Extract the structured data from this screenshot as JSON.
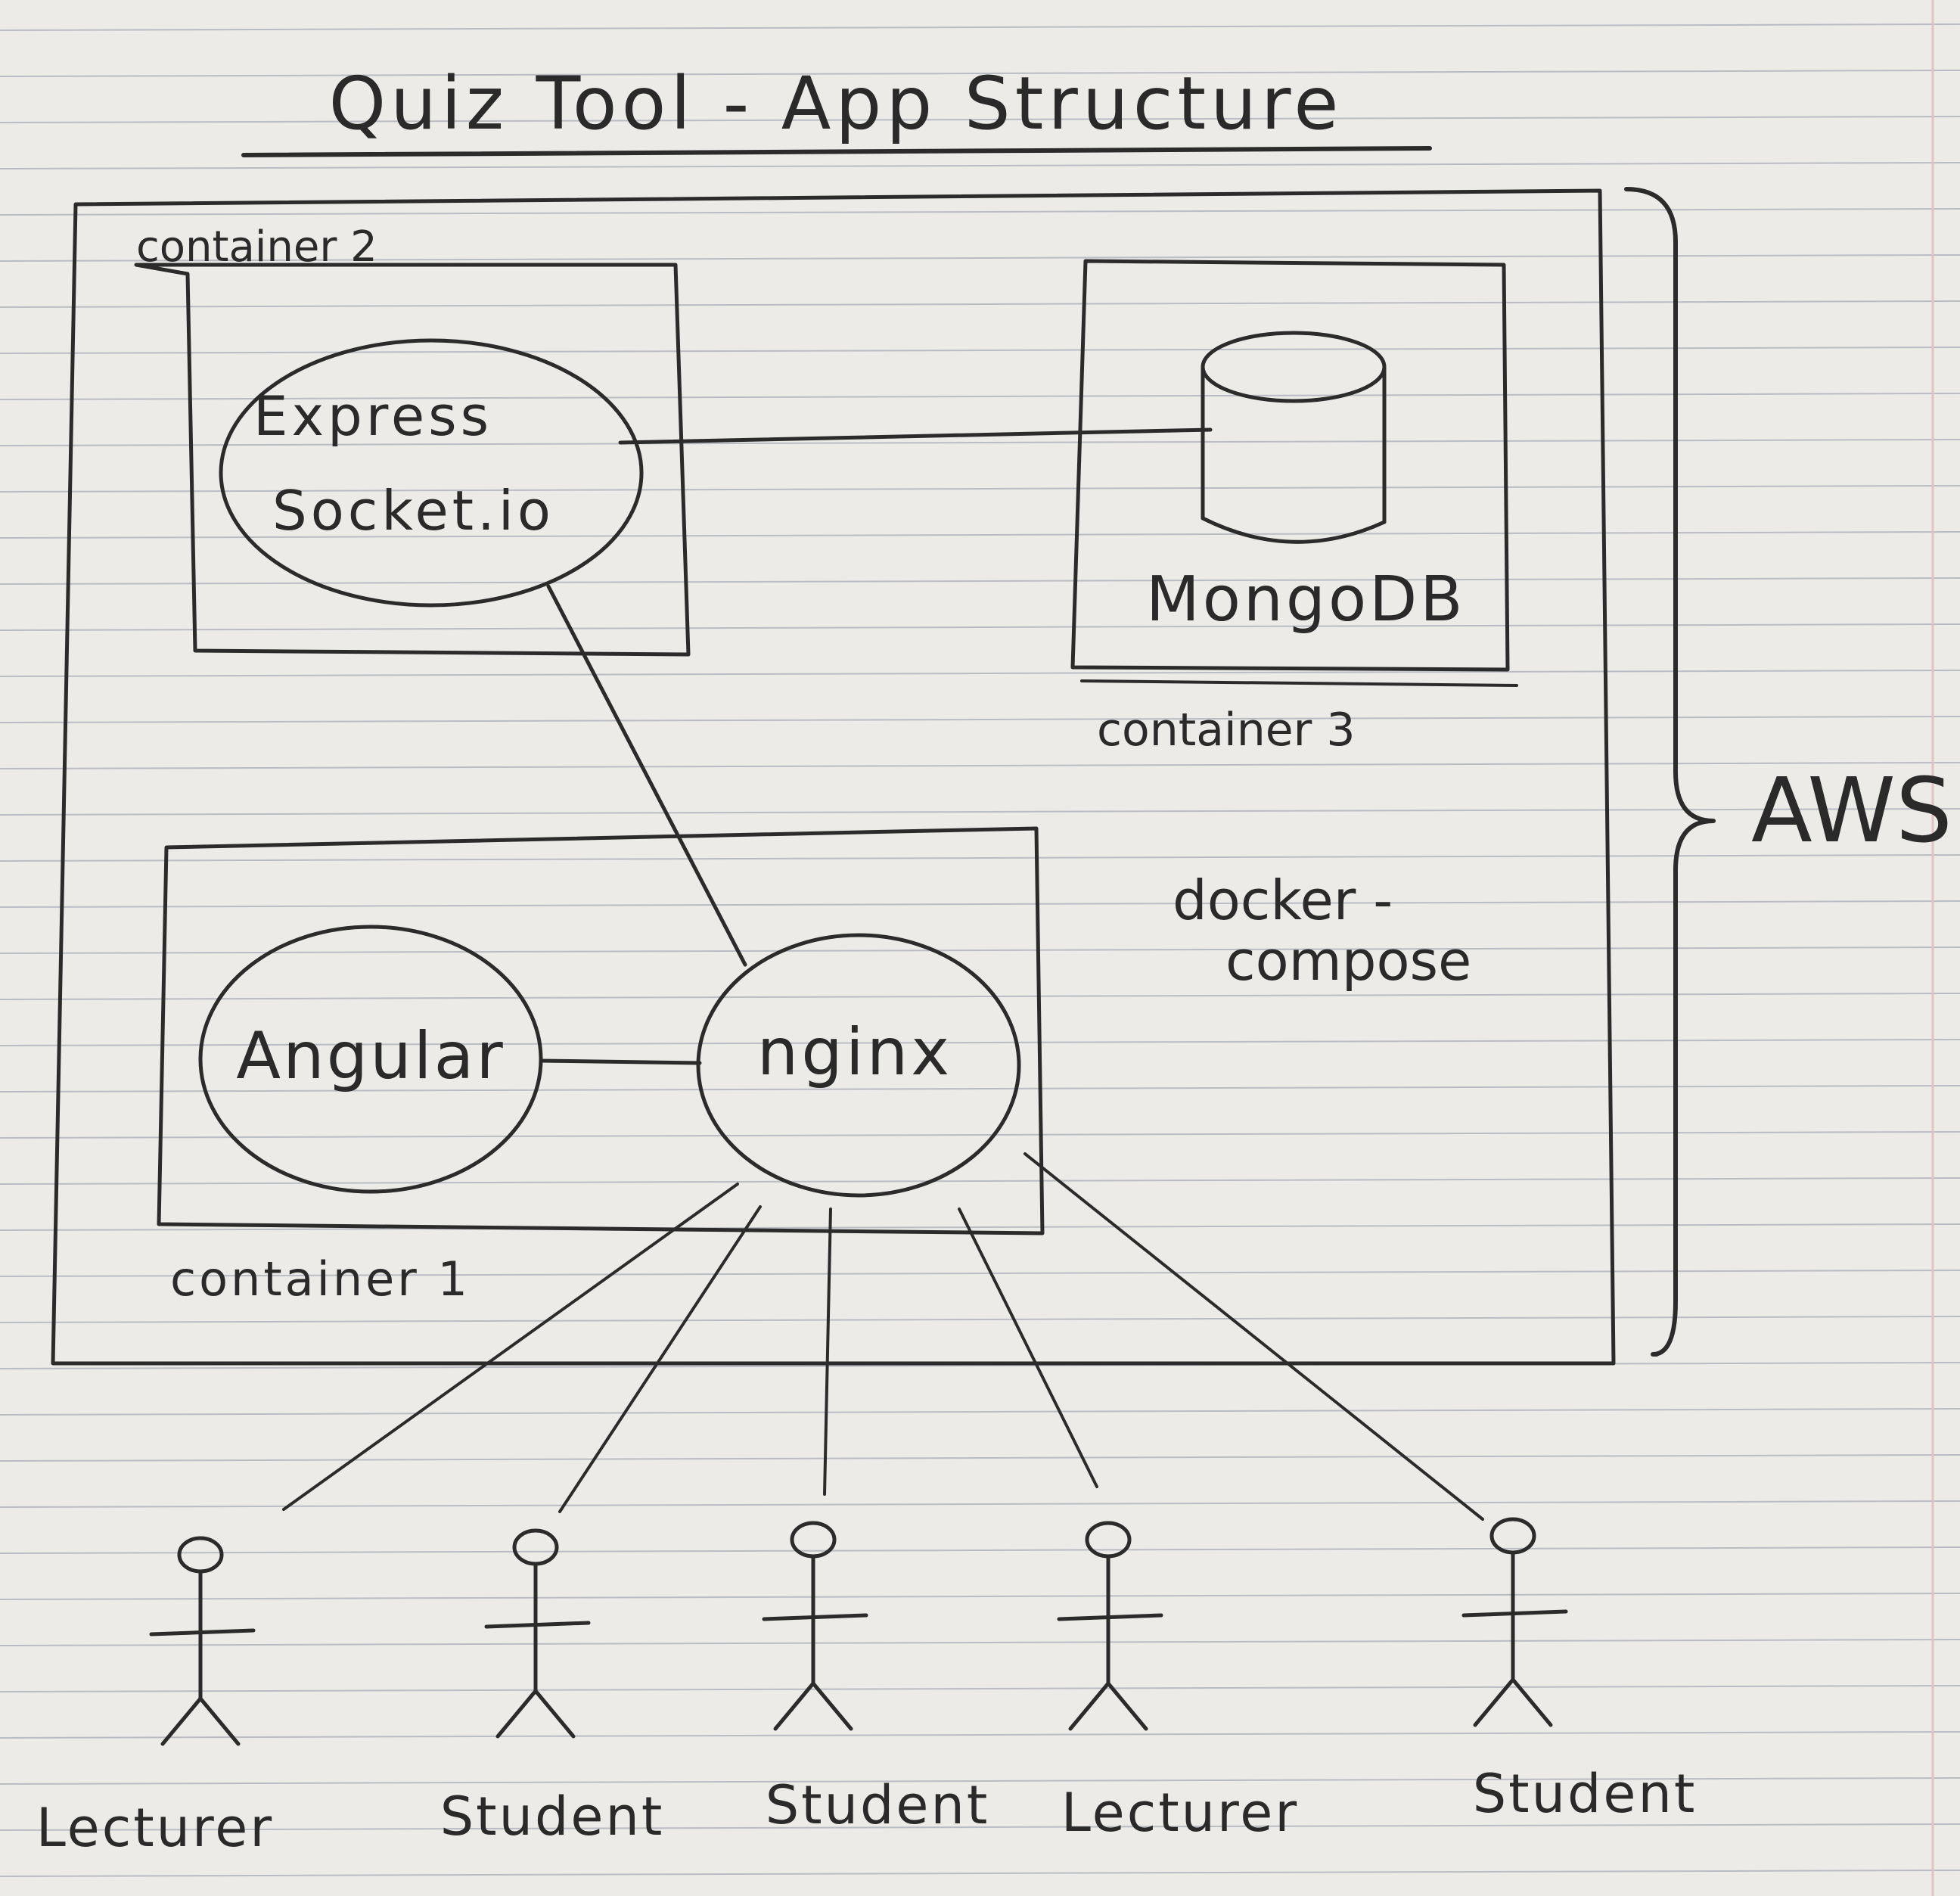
{
  "colors": {
    "paper": "#ecebe8",
    "rule": "#b9bcc3",
    "margin": "#e3c2c2",
    "ink": "#2b2b2b"
  },
  "title": "Quiz Tool - App Structure",
  "labels": {
    "container_2": "container 2",
    "container_3": "container 3",
    "container_1": "container 1",
    "docker_compose_line1": "docker -",
    "docker_compose_line2": "compose",
    "aws": "AWS"
  },
  "nodes": {
    "express_line1": "Express",
    "express_line2": "Socket.io",
    "mongodb": "MongoDB",
    "angular": "Angular",
    "nginx": "nginx"
  },
  "icons": {
    "database": "database-cylinder-icon",
    "person": "stick-figure-person-icon",
    "brace": "curly-brace-icon"
  },
  "users": [
    {
      "role": "Lecturer"
    },
    {
      "role": "Student"
    },
    {
      "role": "Student"
    },
    {
      "role": "Lecturer"
    },
    {
      "role": "Student"
    }
  ]
}
